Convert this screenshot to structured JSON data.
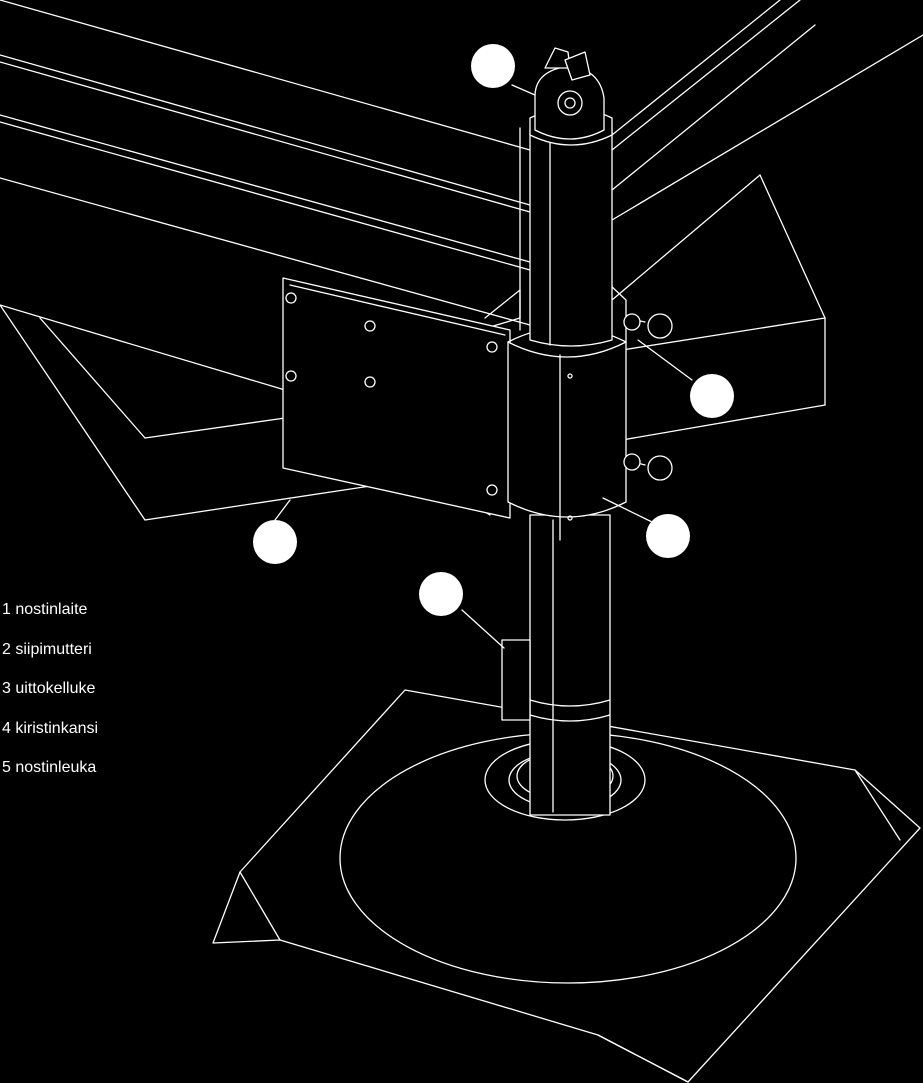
{
  "legend": [
    {
      "number": "1",
      "name": "nostinlaite"
    },
    {
      "number": "2",
      "name": "siipimutteri"
    },
    {
      "number": "3",
      "name": "uittokelluke"
    },
    {
      "number": "4",
      "name": "kiristinkansi"
    },
    {
      "number": "5",
      "name": "nostinleuka"
    }
  ],
  "colors": {
    "background": "#000000",
    "line": "#ffffff",
    "callout": "#ffffff"
  }
}
